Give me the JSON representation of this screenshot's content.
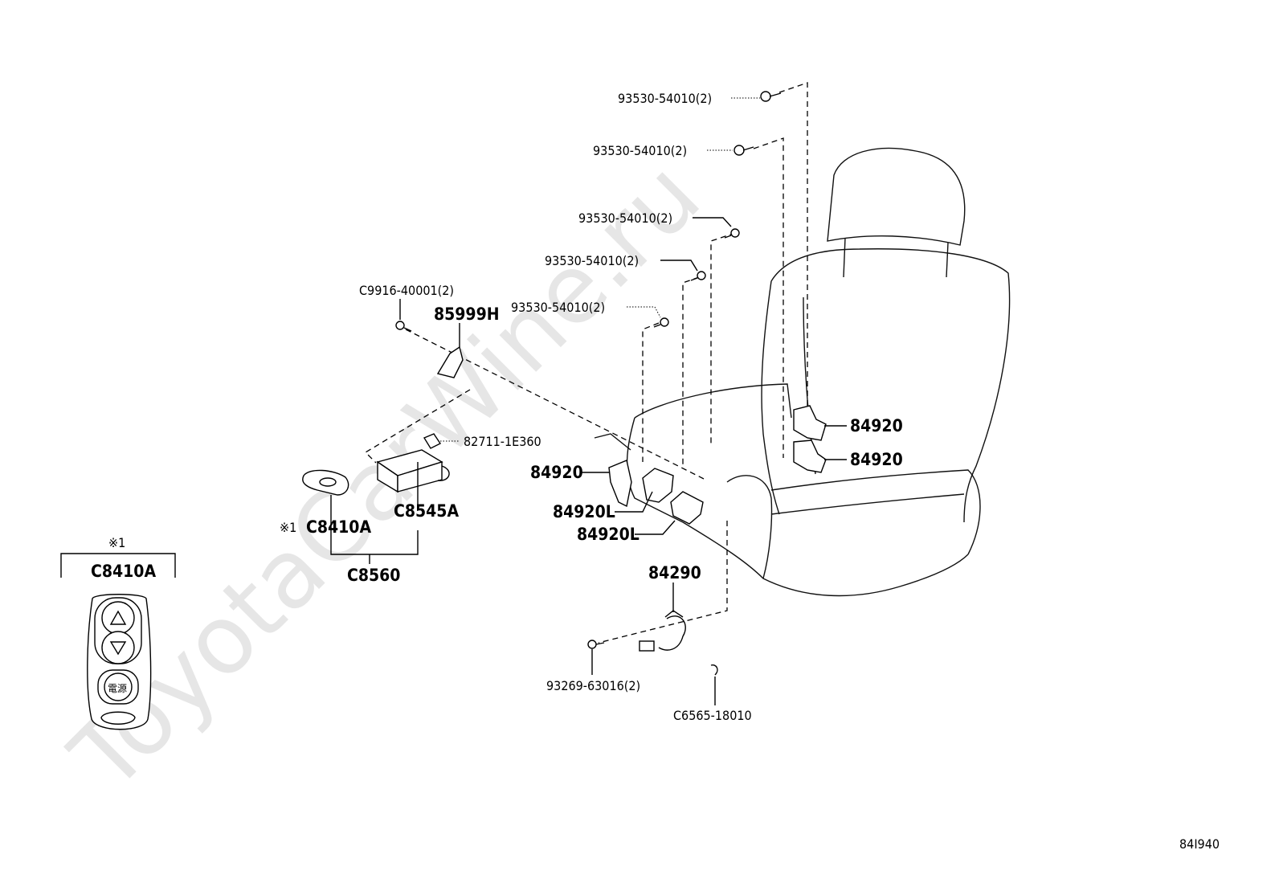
{
  "watermark": "ToyotaCarWine.ru",
  "diagram_id": "84I940",
  "callouts": {
    "c_93530_a": "93530-54010(2)",
    "c_93530_b": "93530-54010(2)",
    "c_93530_c": "93530-54010(2)",
    "c_93530_d": "93530-54010(2)",
    "c_93530_e": "93530-54010(2)",
    "c_c9916": "C9916-40001(2)",
    "c_85999h": "85999H",
    "c_82711": "82711-1E360",
    "c_c8545a": "C8545A",
    "c_c8410a_note": "※1",
    "c_c8410a": "C8410A",
    "c_c8560": "C8560",
    "c_84920_left": "84920",
    "c_84920l_a": "84920L",
    "c_84920l_b": "84920L",
    "c_84920_r1": "84920",
    "c_84920_r2": "84920",
    "c_84290": "84290",
    "c_93269": "93269-63016(2)",
    "c_c6565": "C6565-18010"
  },
  "inset": {
    "note": "※1",
    "title": "C8410A"
  }
}
